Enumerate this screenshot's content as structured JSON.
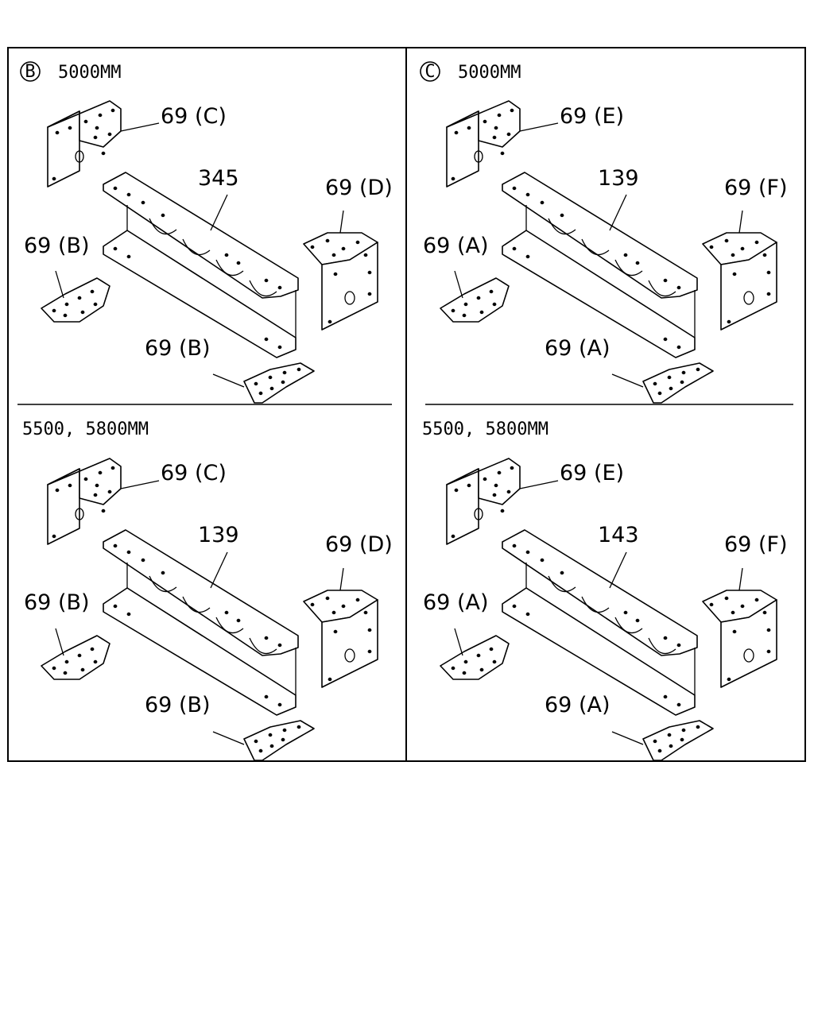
{
  "diagram": {
    "panels": [
      {
        "badge": "B",
        "title": "5000MM",
        "labels": {
          "top_left": "69 (C)",
          "beam": "345",
          "right": "69 (D)",
          "left": "69 (B)",
          "bottom": "69 (B)"
        }
      },
      {
        "badge": "C",
        "title": "5000MM",
        "labels": {
          "top_left": "69 (E)",
          "beam": "139",
          "right": "69 (F)",
          "left": "69 (A)",
          "bottom": "69 (A)"
        }
      },
      {
        "badge": "",
        "title": "5500, 5800MM",
        "labels": {
          "top_left": "69 (C)",
          "beam": "139",
          "right": "69 (D)",
          "left": "69 (B)",
          "bottom": "69 (B)"
        }
      },
      {
        "badge": "",
        "title": "5500, 5800MM",
        "labels": {
          "top_left": "69 (E)",
          "beam": "143",
          "right": "69 (F)",
          "left": "69 (A)",
          "bottom": "69 (A)"
        }
      }
    ]
  }
}
